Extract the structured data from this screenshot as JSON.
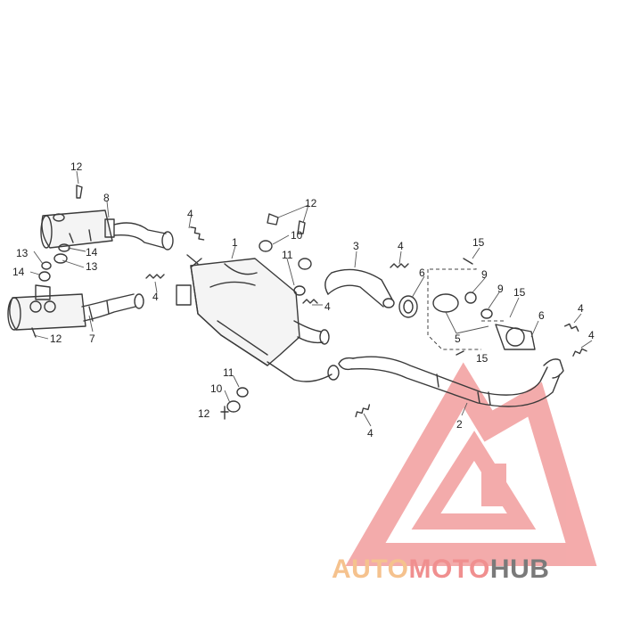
{
  "diagram": {
    "callouts": [
      {
        "id": "c-12a",
        "label": "12"
      },
      {
        "id": "c-8",
        "label": "8"
      },
      {
        "id": "c-4a",
        "label": "4"
      },
      {
        "id": "c-13a",
        "label": "13"
      },
      {
        "id": "c-14a",
        "label": "14"
      },
      {
        "id": "c-13b",
        "label": "13"
      },
      {
        "id": "c-14b",
        "label": "14"
      },
      {
        "id": "c-4b",
        "label": "4"
      },
      {
        "id": "c-12b",
        "label": "12"
      },
      {
        "id": "c-7",
        "label": "7"
      },
      {
        "id": "c-1",
        "label": "1"
      },
      {
        "id": "c-12c",
        "label": "12"
      },
      {
        "id": "c-10a",
        "label": "10"
      },
      {
        "id": "c-11a",
        "label": "11"
      },
      {
        "id": "c-4c",
        "label": "4"
      },
      {
        "id": "c-11b",
        "label": "11"
      },
      {
        "id": "c-10b",
        "label": "10"
      },
      {
        "id": "c-12d",
        "label": "12"
      },
      {
        "id": "c-4d",
        "label": "4"
      },
      {
        "id": "c-3",
        "label": "3"
      },
      {
        "id": "c-4e",
        "label": "4"
      },
      {
        "id": "c-6a",
        "label": "6"
      },
      {
        "id": "c-15a",
        "label": "15"
      },
      {
        "id": "c-9a",
        "label": "9"
      },
      {
        "id": "c-9b",
        "label": "9"
      },
      {
        "id": "c-15b",
        "label": "15"
      },
      {
        "id": "c-5",
        "label": "5"
      },
      {
        "id": "c-15c",
        "label": "15"
      },
      {
        "id": "c-6b",
        "label": "6"
      },
      {
        "id": "c-4f",
        "label": "4"
      },
      {
        "id": "c-4g",
        "label": "4"
      },
      {
        "id": "c-2",
        "label": "2"
      }
    ]
  },
  "watermark": {
    "brand_part_1": "AUTO",
    "brand_part_2": "MOTO",
    "brand_part_3": "HUB",
    "colors": {
      "auto": "#f5c28e",
      "moto": "#f08f8f",
      "hub": "#7a7a7a",
      "logo": "#f08f8f"
    },
    "logo_icon": "triangle-m-logo"
  }
}
